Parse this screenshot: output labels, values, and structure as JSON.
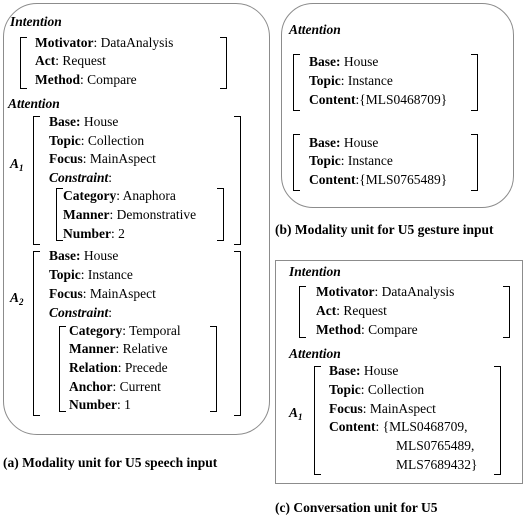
{
  "panel_a": {
    "caption": "(a) Modality unit for U5 speech input",
    "intention_title": "Intention",
    "intention": [
      {
        "key": "Motivator",
        "value": ": DataAnalysis"
      },
      {
        "key": "Act",
        "value": ": Request"
      },
      {
        "key": "Method",
        "value": ": Compare"
      }
    ],
    "attention_title": "Attention",
    "a1": {
      "label": "A",
      "sub": "1",
      "fields": [
        {
          "key": "Base:",
          "value": " House"
        },
        {
          "key": "Topic",
          "value": ": Collection"
        },
        {
          "key": "Focus",
          "value": ": MainAspect"
        }
      ],
      "constraint_title": "Constraint",
      "constraint_colon": ":",
      "constraint": [
        {
          "key": "Category",
          "value": ":  Anaphora"
        },
        {
          "key": "Manner",
          "value": ": Demonstrative"
        },
        {
          "key": "Number",
          "value": ": 2"
        }
      ]
    },
    "a2": {
      "label": "A",
      "sub": "2",
      "fields": [
        {
          "key": "Base:",
          "value": " House"
        },
        {
          "key": "Topic",
          "value": ": Instance"
        },
        {
          "key": "Focus",
          "value": ": MainAspect"
        }
      ],
      "constraint_title": "Constraint",
      "constraint_colon": ":",
      "constraint": [
        {
          "key": "Category",
          "value": ": Temporal"
        },
        {
          "key": "Manner",
          "value": ": Relative"
        },
        {
          "key": "Relation",
          "value": ": Precede"
        },
        {
          "key": "Anchor",
          "value": ": Current"
        },
        {
          "key": "Number",
          "value": ":  1"
        }
      ]
    }
  },
  "panel_b": {
    "caption": "(b) Modality unit for U5 gesture input",
    "attention_title": "Attention",
    "group1": [
      {
        "key": "Base:",
        "value": " House"
      },
      {
        "key": "Topic",
        "value": ": Instance"
      },
      {
        "key": "Content",
        "value": ":{MLS0468709}"
      }
    ],
    "group2": [
      {
        "key": "Base:",
        "value": " House"
      },
      {
        "key": "Topic",
        "value": ": Instance"
      },
      {
        "key": "Content",
        "value": ":{MLS0765489}"
      }
    ]
  },
  "panel_c": {
    "caption": "(c) Conversation unit for  U5",
    "intention_title": "Intention",
    "intention": [
      {
        "key": "Motivator",
        "value": ": DataAnalysis"
      },
      {
        "key": "Act",
        "value": ": Request"
      },
      {
        "key": "Method",
        "value": ": Compare"
      }
    ],
    "attention_title": "Attention",
    "a1": {
      "label": "A",
      "sub": "1",
      "fields": [
        {
          "key": "Base:",
          "value": " House"
        },
        {
          "key": "Topic",
          "value": ": Collection"
        },
        {
          "key": "Focus",
          "value": ": MainAspect"
        },
        {
          "key": "Content",
          "value": ": {MLS0468709,"
        }
      ],
      "content_more": [
        "MLS0765489,",
        "MLS7689432}"
      ]
    }
  }
}
